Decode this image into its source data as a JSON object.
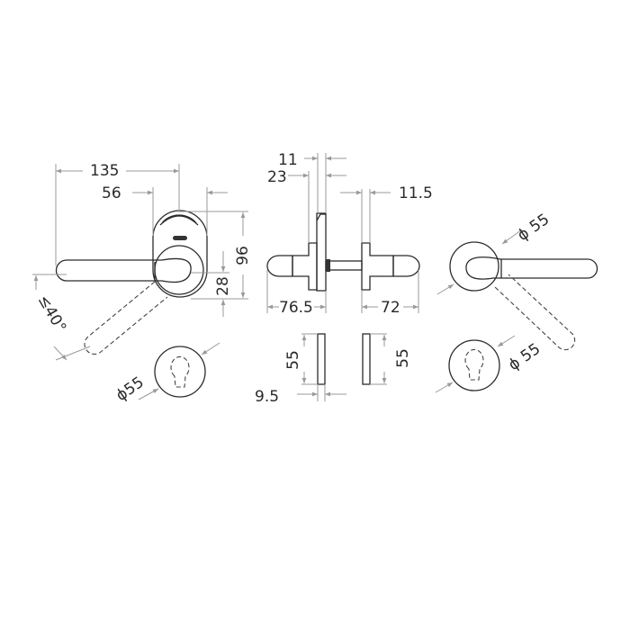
{
  "drawing": {
    "title": "Lever handle on round rose – technical dimension drawing",
    "colors": {
      "outline": "#2b2b2b",
      "dimension": "#9a9a9a",
      "text": "#2a2a2a",
      "background": "#ffffff"
    },
    "front_view": {
      "dims": {
        "overall_length": "135",
        "rose_offset": "56",
        "escutcheon_height": "96",
        "lever_width": "28",
        "rotation_angle": "≤40°"
      },
      "keyhole_rose_diameter": "ϕ55"
    },
    "side_view": {
      "dims": {
        "inner_plate": "11",
        "inner_total": "23",
        "outer_plate": "11.5",
        "inner_projection": "76.5",
        "outer_projection": "72"
      },
      "rose_sections": {
        "left_height": "55",
        "right_height": "55",
        "thickness": "9.5"
      }
    },
    "right_view": {
      "lever_rose_diameter": "ϕ 55",
      "keyhole_rose_diameter": "ϕ 55"
    }
  }
}
